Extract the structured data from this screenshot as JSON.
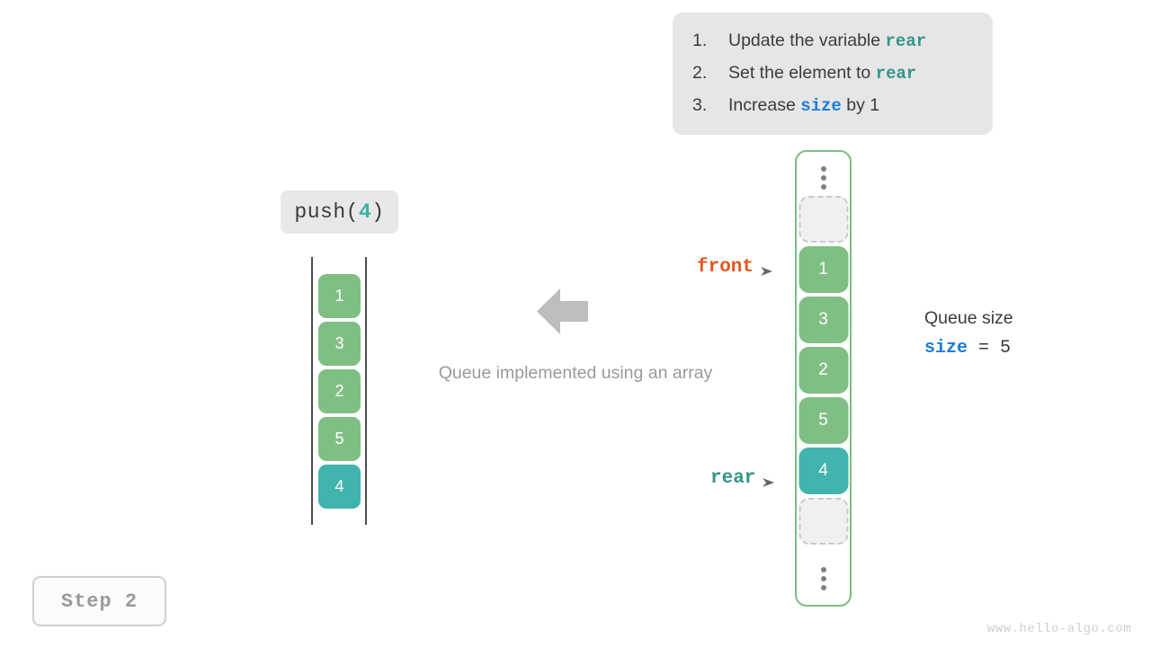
{
  "instructions": {
    "items": [
      {
        "num": "1.",
        "pre": "Update the variable ",
        "code": "rear",
        "code_style": "rear",
        "post": ""
      },
      {
        "num": "2.",
        "pre": "Set the element to ",
        "code": "rear",
        "code_style": "rear",
        "post": ""
      },
      {
        "num": "3.",
        "pre": "Increase ",
        "code": "size",
        "code_style": "size",
        "post": " by 1"
      }
    ]
  },
  "operation": {
    "name": "push(",
    "arg": "4",
    "close": ")"
  },
  "left_array": {
    "cells": [
      {
        "value": "1",
        "color": "green"
      },
      {
        "value": "3",
        "color": "green"
      },
      {
        "value": "2",
        "color": "green"
      },
      {
        "value": "5",
        "color": "green"
      },
      {
        "value": "4",
        "color": "teal"
      }
    ]
  },
  "caption": "Queue implemented using an array",
  "right_array": {
    "top_dots": "vertical-ellipsis",
    "bottom_dots": "vertical-ellipsis",
    "cells": [
      {
        "value": "",
        "color": "empty"
      },
      {
        "value": "1",
        "color": "green"
      },
      {
        "value": "3",
        "color": "green"
      },
      {
        "value": "2",
        "color": "green"
      },
      {
        "value": "5",
        "color": "green"
      },
      {
        "value": "4",
        "color": "teal"
      },
      {
        "value": "",
        "color": "empty"
      }
    ]
  },
  "pointers": {
    "front": "front",
    "rear": "rear"
  },
  "size_readout": {
    "title": "Queue size",
    "var": "size",
    "expr": " = 5"
  },
  "step_badge": "Step 2",
  "watermark": "www.hello-algo.com",
  "colors": {
    "green": "#80bf83",
    "teal": "#40b4ad",
    "front": "#e8551f",
    "rear": "#349688",
    "size": "#1a7ed8",
    "panel_bg": "#e6e6e6",
    "container_border": "#7dbd82",
    "arrow_gray": "#bdbdbd"
  }
}
